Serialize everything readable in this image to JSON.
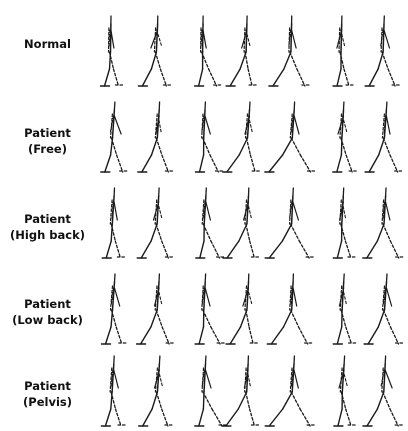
{
  "figure": {
    "rows": [
      {
        "id": "normal",
        "lines": [
          "Normal"
        ]
      },
      {
        "id": "free",
        "lines": [
          "Patient",
          "(Free)"
        ]
      },
      {
        "id": "high-back",
        "lines": [
          "Patient",
          "(High back)"
        ]
      },
      {
        "id": "low-back",
        "lines": [
          "Patient",
          "(Low back)"
        ]
      },
      {
        "id": "pelvis",
        "lines": [
          "Patient",
          "(Pelvis)"
        ]
      }
    ],
    "frames_per_row": 7,
    "colors": {
      "ink": "#1a1a1a",
      "background": "#ffffff"
    }
  }
}
